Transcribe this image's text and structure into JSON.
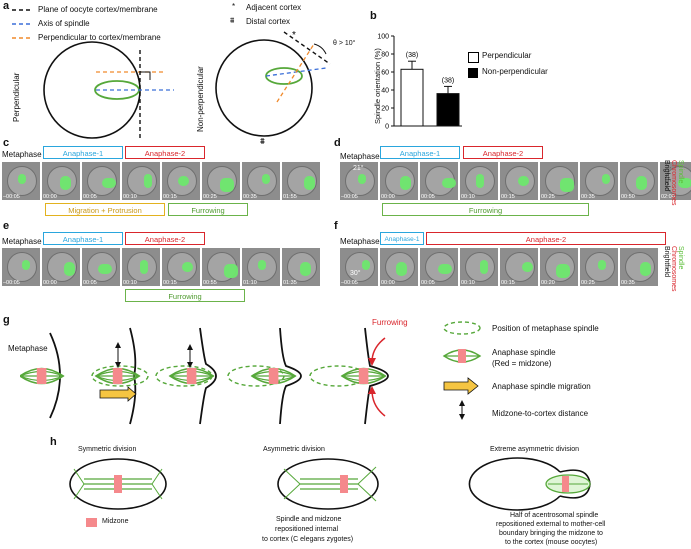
{
  "panels": {
    "a": "a",
    "b": "b",
    "c": "c",
    "d": "d",
    "e": "e",
    "f": "f",
    "g": "g",
    "h": "h"
  },
  "panel_a": {
    "legend": [
      {
        "label": "Plane of oocyte cortex/membrane",
        "color": "#111111"
      },
      {
        "label": "Axis of spindle",
        "color": "#3b6fd8"
      },
      {
        "label": "Perpendicular to cortex/membrane",
        "color": "#f08a2c"
      }
    ],
    "legend_right": [
      {
        "symbol": "*",
        "label": "Adjacent cortex"
      },
      {
        "symbol": "⩩",
        "label": "Distal cortex"
      }
    ],
    "perp_label": "Perpendicular",
    "nonperp_label": "Non-perpendicular",
    "theta_label": "θ > 10°"
  },
  "chart_data": {
    "type": "bar",
    "categories": [
      "Perpendicular",
      "Non-perpendicular"
    ],
    "values": [
      63,
      36
    ],
    "errors": [
      9,
      8
    ],
    "n_labels": [
      "(38)",
      "(38)"
    ],
    "ylabel": "Spindle orientation (%)",
    "ylim": [
      0,
      100
    ],
    "yticks": [
      0,
      20,
      40,
      60,
      80,
      100
    ],
    "colors": [
      "#ffffff",
      "#000000"
    ],
    "legend": [
      "Perpendicular",
      "Non-perpendicular"
    ]
  },
  "timelapse": {
    "metaphase": "Metaphase",
    "anaphase1": "Anaphase-1",
    "anaphase2": "Anaphase-2",
    "migration": "Migration + Protrusion",
    "furrowing": "Furrowing",
    "side_spindle": "Spindle",
    "side_chrom": "Chromosomes",
    "side_bf": "Brightfield",
    "c_times": [
      "–00:05",
      "00:00",
      "00:05",
      "00:10",
      "00:15",
      "00:25",
      "00:35",
      "01:55"
    ],
    "d_times": [
      "–00:05",
      "00:00",
      "00:05",
      "00:10",
      "00:15",
      "00:25",
      "00:35",
      "00:50",
      "02:00"
    ],
    "e_times": [
      "–00:05",
      "00:00",
      "00:05",
      "00:10",
      "00:15",
      "00:55",
      "01:10",
      "01:35"
    ],
    "f_times": [
      "–00:05",
      "00:00",
      "00:05",
      "00:10",
      "00:15",
      "00:20",
      "00:25",
      "00:35"
    ],
    "d_angle": "21°",
    "f_angle": "30°"
  },
  "panel_g": {
    "metaphase": "Metaphase",
    "furrowing": "Furrowing",
    "legend": [
      "Position of metaphase spindle",
      "Anaphase spindle\n(Red = midzone)",
      "Anaphase spindle migration",
      "Midzone-to-cortex distance"
    ]
  },
  "panel_h": {
    "titles": [
      "Symmetric division",
      "Asymmetric division",
      "Extreme asymmetric division"
    ],
    "midzone": "Midzone",
    "caption_asym": [
      "Spindle and midzone",
      "repositioned internal",
      "to cortex (C elegans zygotes)"
    ],
    "caption_extreme": [
      "Half of acentrosomal spindle",
      "repositioned external to mother-cell",
      "boundary bringing the midzone to",
      "to the cortex (mouse oocytes)"
    ]
  }
}
